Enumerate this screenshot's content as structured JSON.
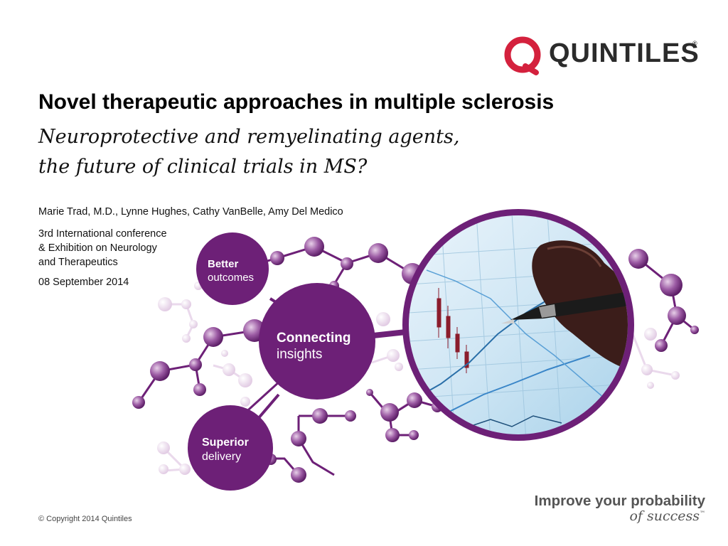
{
  "brand": {
    "name": "QUINTILES",
    "registered_mark": "®",
    "accent_color": "#d4213d",
    "purple_color": "#6d2077"
  },
  "slide": {
    "title": "Novel therapeutic approaches in multiple sclerosis",
    "subtitle_lines": [
      "Neuroprotective and remyelinating agents,",
      "the future of clinical trials in MS?"
    ],
    "authors": "Marie Trad, M.D., Lynne Hughes, Cathy VanBelle, Amy Del Medico",
    "conference_lines": [
      "3rd International conference",
      "& Exhibition on Neurology",
      "and Therapeutics"
    ],
    "date": "08 September 2014"
  },
  "graphic": {
    "circles": [
      {
        "bold": "Better",
        "light": "outcomes"
      },
      {
        "bold": "Connecting",
        "light": "insights"
      },
      {
        "bold": "Superior",
        "light": "delivery"
      }
    ],
    "photo_icon": "hand-with-pen-over-chart-image"
  },
  "footer": {
    "copyright": "© Copyright 2014 Quintiles",
    "tagline_bold": "Improve your probability",
    "tagline_italic": "of success",
    "tagline_mark": "™"
  }
}
